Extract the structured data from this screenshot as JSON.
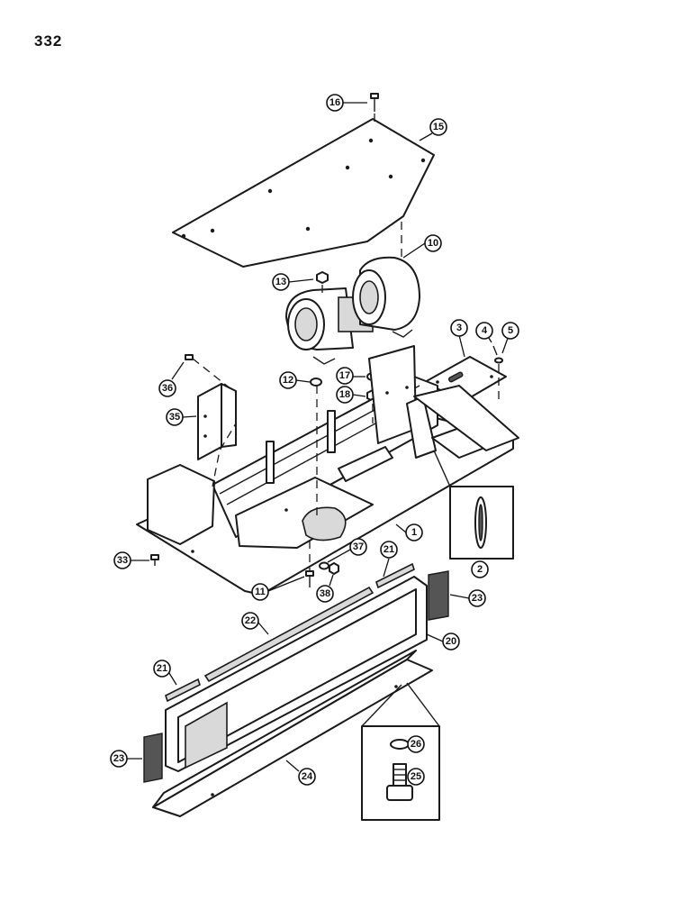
{
  "page": {
    "number": "332"
  },
  "callouts": [
    {
      "id": "c16",
      "label": "16"
    },
    {
      "id": "c15",
      "label": "15"
    },
    {
      "id": "c10",
      "label": "10"
    },
    {
      "id": "c13",
      "label": "13"
    },
    {
      "id": "c3",
      "label": "3"
    },
    {
      "id": "c4",
      "label": "4"
    },
    {
      "id": "c5",
      "label": "5"
    },
    {
      "id": "c12",
      "label": "12"
    },
    {
      "id": "c17",
      "label": "17"
    },
    {
      "id": "c18",
      "label": "18"
    },
    {
      "id": "c36",
      "label": "36"
    },
    {
      "id": "c35",
      "label": "35"
    },
    {
      "id": "c1",
      "label": "1"
    },
    {
      "id": "c2",
      "label": "2"
    },
    {
      "id": "c33",
      "label": "33"
    },
    {
      "id": "c37",
      "label": "37"
    },
    {
      "id": "c21a",
      "label": "21"
    },
    {
      "id": "c11",
      "label": "11"
    },
    {
      "id": "c38",
      "label": "38"
    },
    {
      "id": "c23a",
      "label": "23"
    },
    {
      "id": "c22",
      "label": "22"
    },
    {
      "id": "c20",
      "label": "20"
    },
    {
      "id": "c21b",
      "label": "21"
    },
    {
      "id": "c26",
      "label": "26"
    },
    {
      "id": "c25",
      "label": "25"
    },
    {
      "id": "c23b",
      "label": "23"
    },
    {
      "id": "c24",
      "label": "24"
    }
  ]
}
